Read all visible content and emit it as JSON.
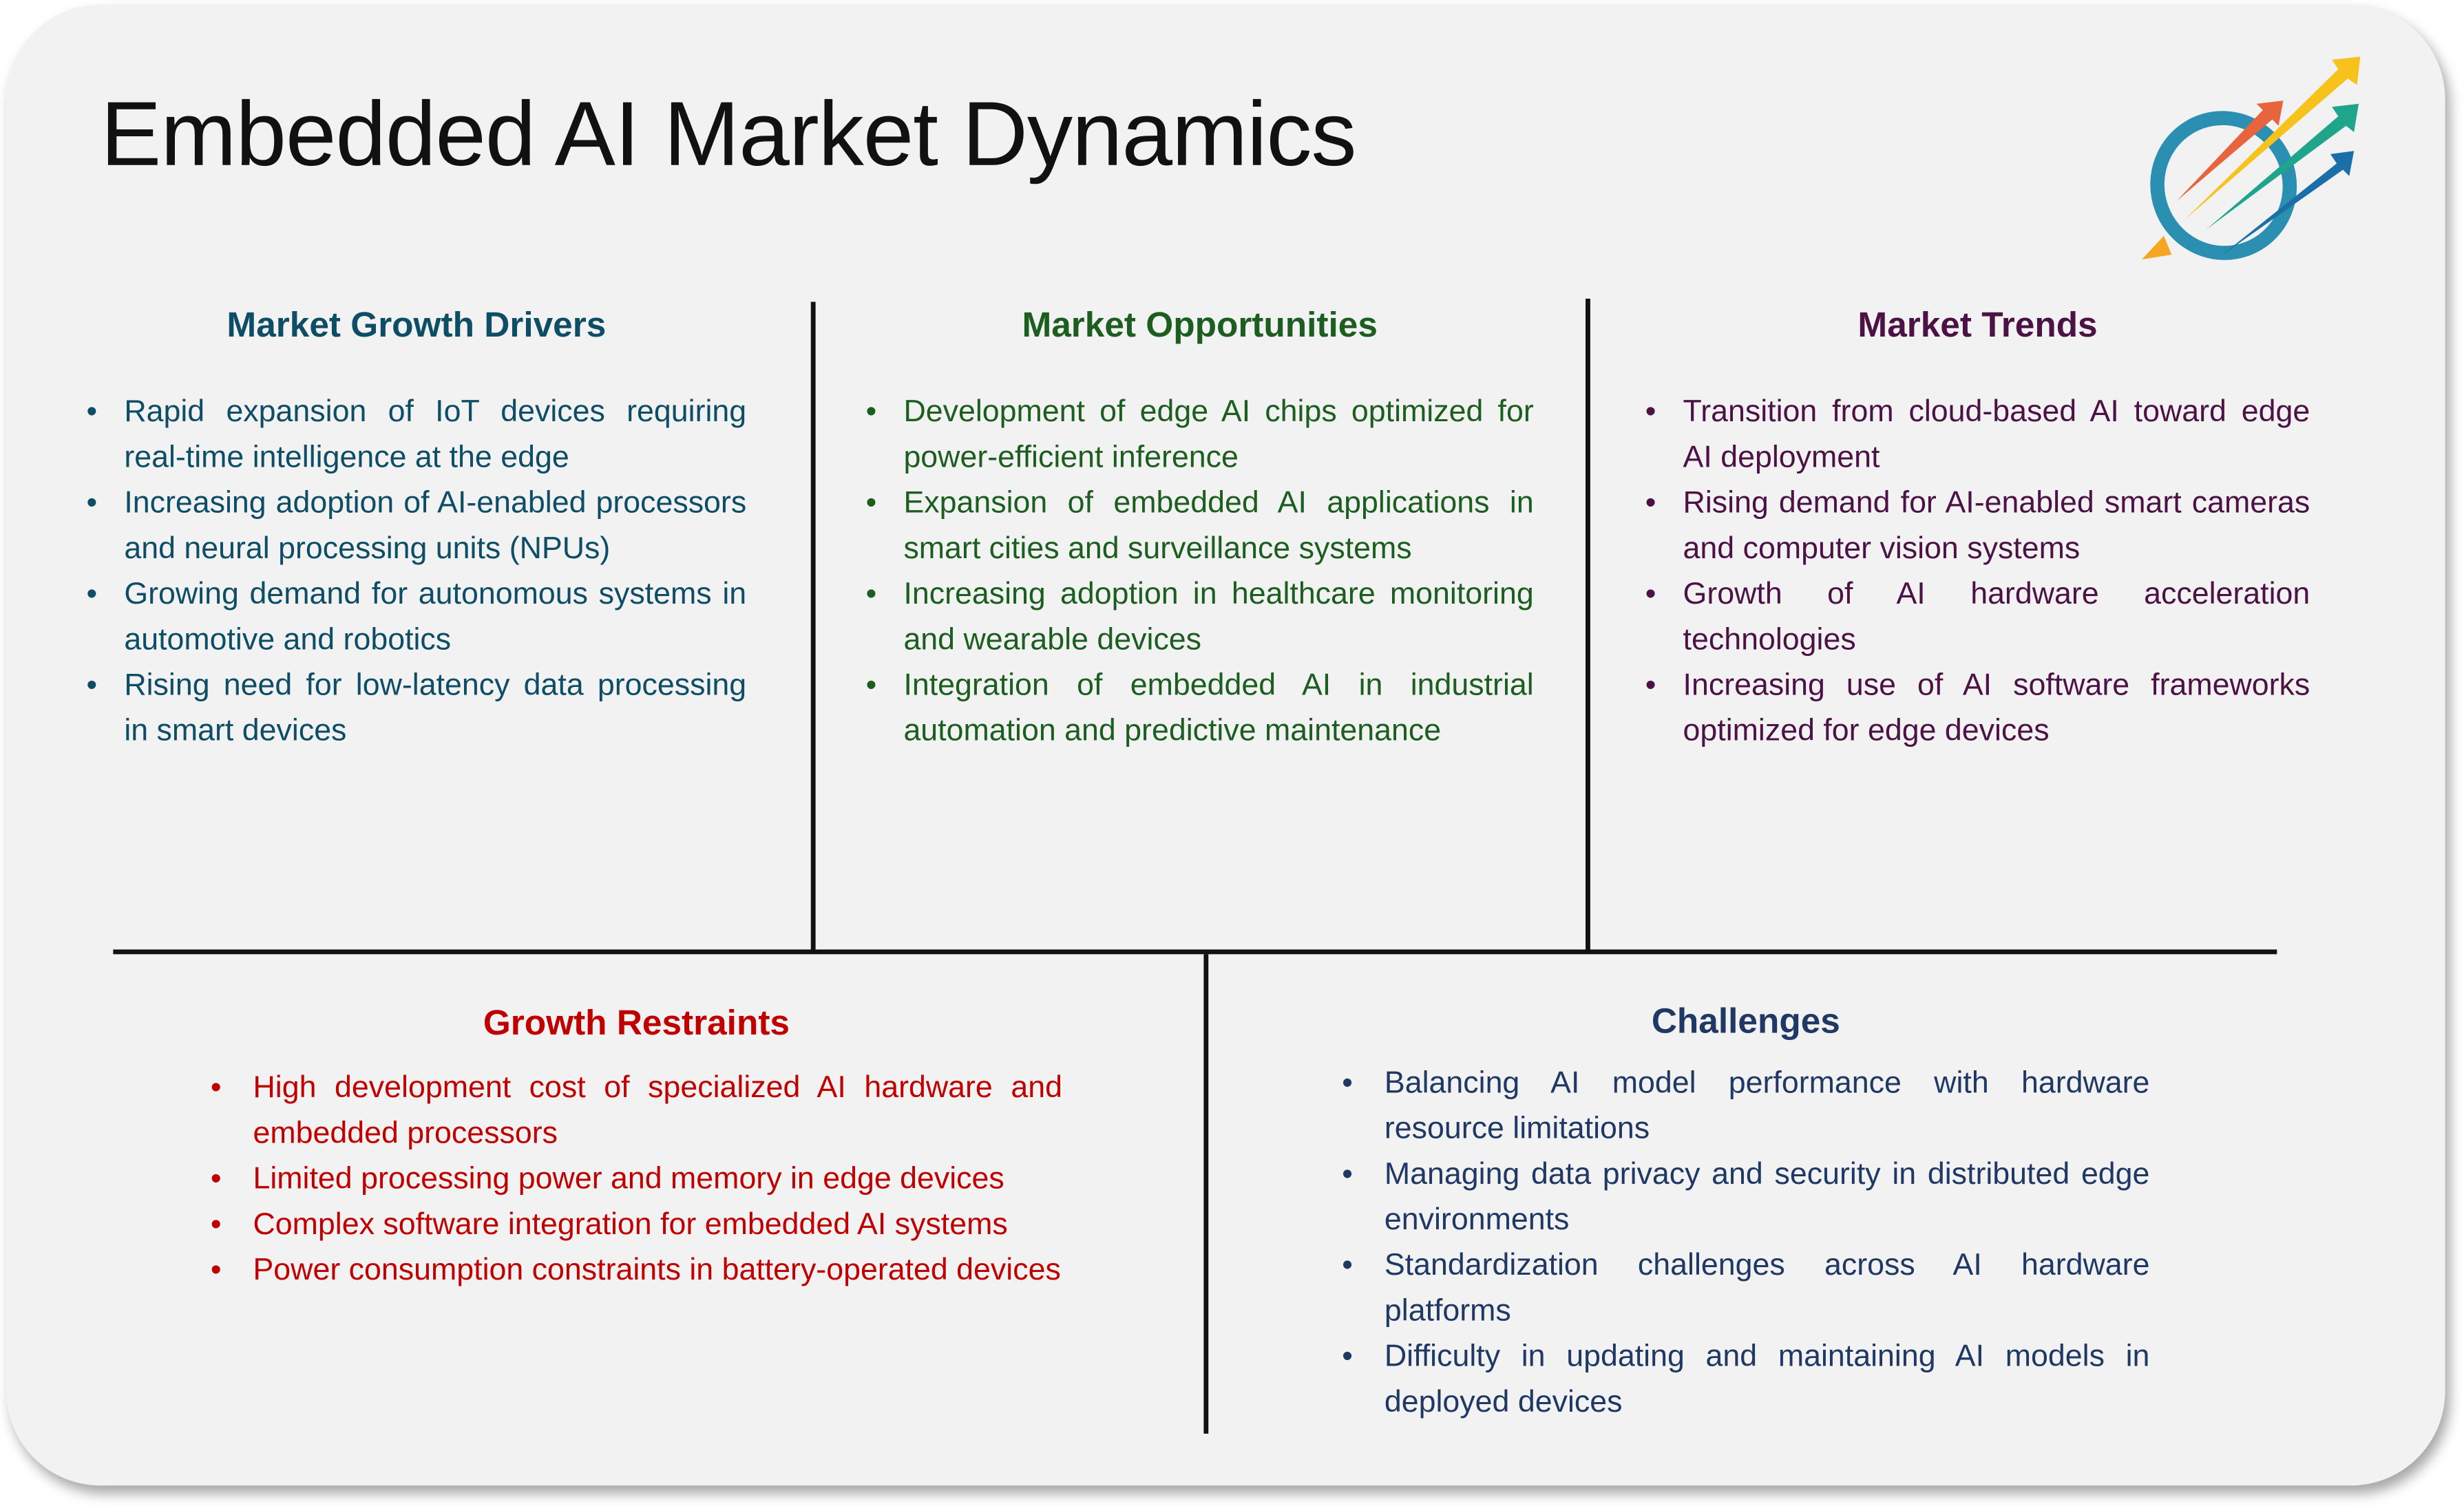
{
  "title": "Embedded AI Market Dynamics",
  "logo": {
    "icon": "growth-arrows-logo",
    "colors": [
      "#e8643c",
      "#f8c21c",
      "#1ea58c",
      "#1b6fa8",
      "#2a8fb0",
      "#f5a623"
    ]
  },
  "sections": {
    "drivers": {
      "heading": "Market Growth Drivers",
      "color": "#0d4d66",
      "items": [
        "Rapid expansion of IoT devices requiring real-time intelligence at the edge",
        "Increasing adoption of AI-enabled processors and neural processing units (NPUs)",
        "Growing demand for autonomous systems in automotive and robotics",
        "Rising need for low-latency data processing in smart devices"
      ]
    },
    "opportunities": {
      "heading": "Market Opportunities",
      "color": "#1b5e20",
      "items": [
        "Development of edge AI chips optimized for power-efficient inference",
        "Expansion of embedded AI applications in smart cities and surveillance systems",
        "Increasing adoption in healthcare monitoring and wearable devices",
        "Integration of embedded AI in industrial automation and predictive maintenance"
      ]
    },
    "trends": {
      "heading": "Market Trends",
      "color": "#4d1245",
      "items": [
        "Transition from cloud-based AI toward edge AI deployment",
        "Rising demand for AI-enabled smart cameras and computer vision systems",
        "Growth of AI hardware acceleration technologies",
        "Increasing use of AI software frameworks optimized for edge devices"
      ]
    },
    "restraints": {
      "heading": "Growth Restraints",
      "color": "#c00000",
      "items": [
        "High development cost of specialized AI hardware and embedded processors",
        "Limited processing power and memory in edge devices",
        "Complex software integration for embedded AI systems",
        "Power consumption constraints in battery-operated devices"
      ]
    },
    "challenges": {
      "heading": "Challenges",
      "color": "#1f3864",
      "items": [
        "Balancing AI model performance with hardware resource limitations",
        "Managing data privacy and security in distributed edge environments",
        "Standardization challenges across AI hardware platforms",
        "Difficulty in updating and maintaining AI models in deployed devices"
      ]
    }
  }
}
